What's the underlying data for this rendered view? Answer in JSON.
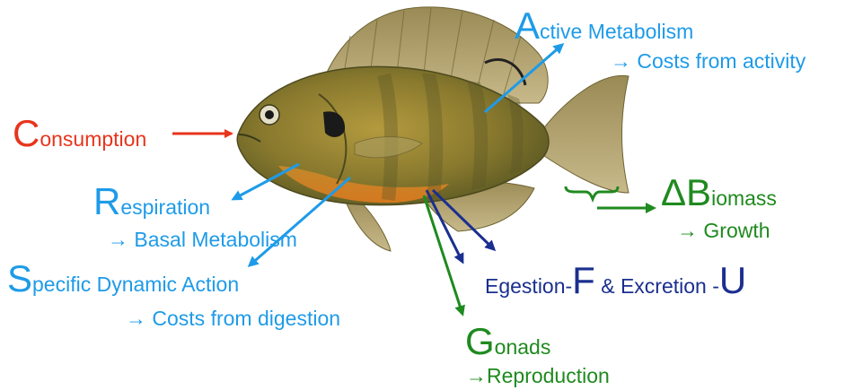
{
  "colors": {
    "consumption": "#e8341c",
    "metabolism": "#1e9be8",
    "waste": "#1a2f8f",
    "growth": "#1f8a1f"
  },
  "figure": {
    "subject": "bluegill-sunfish-illustration"
  },
  "consumption": {
    "initial": "C",
    "rest": "onsumption"
  },
  "active_metabolism": {
    "initial": "A",
    "rest": "ctive Metabolism",
    "note": "→ Costs from activity"
  },
  "respiration": {
    "initial": "R",
    "rest": "espiration",
    "note": "→ Basal Metabolism"
  },
  "sda": {
    "initial": "S",
    "rest": "pecific Dynamic Action",
    "note": "→ Costs from digestion"
  },
  "biomass": {
    "initial": "ΔB",
    "rest": "iomass",
    "note": "→ Growth"
  },
  "egestion": {
    "prefix": "Egestion-",
    "f": "F",
    "middle": " & Excretion -",
    "u": "U"
  },
  "gonads": {
    "initial": "G",
    "rest": "onads",
    "note": "→Reproduction"
  }
}
